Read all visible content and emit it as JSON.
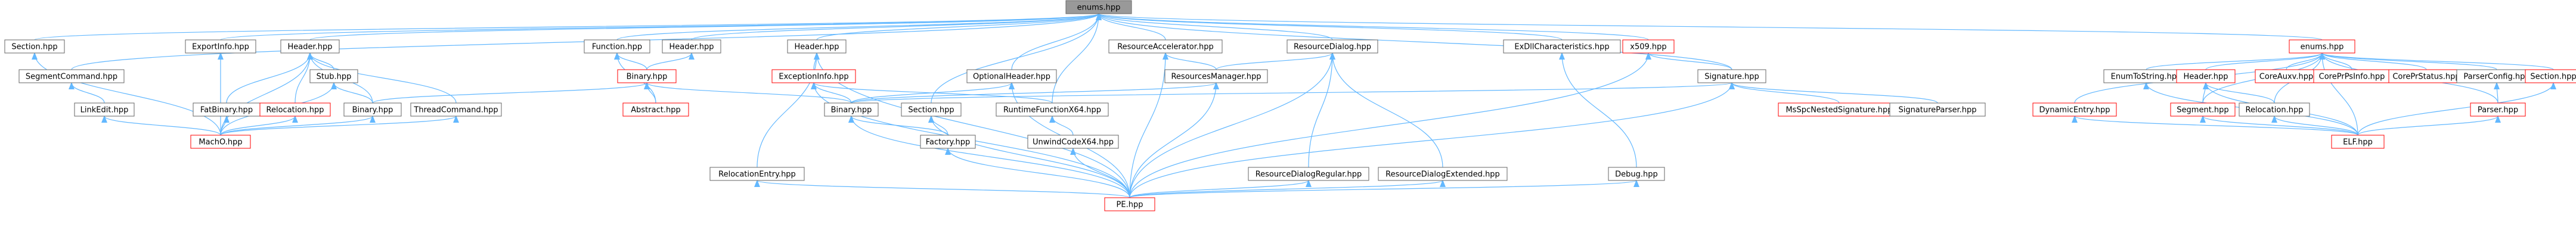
{
  "colors": {
    "edge": "#63b8ff",
    "root_fill": "#999999",
    "normal_border": "#666666",
    "red_border": "#ff0000",
    "node_fill": "#ffffff",
    "text": "#000000"
  },
  "nodes": [
    {
      "id": "enums_root",
      "label": "enums.hpp",
      "style": "root"
    },
    {
      "id": "section_top",
      "label": "Section.hpp",
      "style": "normal"
    },
    {
      "id": "exportinfo",
      "label": "ExportInfo.hpp",
      "style": "normal"
    },
    {
      "id": "segmentcommand",
      "label": "SegmentCommand.hpp",
      "style": "normal"
    },
    {
      "id": "linkedit",
      "label": "LinkEdit.hpp",
      "style": "normal"
    },
    {
      "id": "header_macho",
      "label": "Header.hpp",
      "style": "normal"
    },
    {
      "id": "stub",
      "label": "Stub.hpp",
      "style": "normal"
    },
    {
      "id": "fatbinary",
      "label": "FatBinary.hpp",
      "style": "normal"
    },
    {
      "id": "relocation_macho",
      "label": "Relocation.hpp",
      "style": "red"
    },
    {
      "id": "binary_macho",
      "label": "Binary.hpp",
      "style": "normal"
    },
    {
      "id": "threadcommand",
      "label": "ThreadCommand.hpp",
      "style": "normal"
    },
    {
      "id": "macho",
      "label": "MachO.hpp",
      "style": "red"
    },
    {
      "id": "function",
      "label": "Function.hpp",
      "style": "normal"
    },
    {
      "id": "header_abs",
      "label": "Header.hpp",
      "style": "normal"
    },
    {
      "id": "binary_abs",
      "label": "Binary.hpp",
      "style": "red"
    },
    {
      "id": "abstract",
      "label": "Abstract.hpp",
      "style": "red"
    },
    {
      "id": "header_pe",
      "label": "Header.hpp",
      "style": "normal"
    },
    {
      "id": "exceptioninfo",
      "label": "ExceptionInfo.hpp",
      "style": "red"
    },
    {
      "id": "optionalheader",
      "label": "OptionalHeader.hpp",
      "style": "normal"
    },
    {
      "id": "binary_pe",
      "label": "Binary.hpp",
      "style": "normal"
    },
    {
      "id": "section_pe",
      "label": "Section.hpp",
      "style": "normal"
    },
    {
      "id": "factory",
      "label": "Factory.hpp",
      "style": "normal"
    },
    {
      "id": "relocationentry",
      "label": "RelocationEntry.hpp",
      "style": "normal"
    },
    {
      "id": "runtimefunction",
      "label": "RuntimeFunctionX64.hpp",
      "style": "normal"
    },
    {
      "id": "unwindcode",
      "label": "UnwindCodeX64.hpp",
      "style": "normal"
    },
    {
      "id": "resourceaccelerator",
      "label": "ResourceAccelerator.hpp",
      "style": "normal"
    },
    {
      "id": "resourcesmanager",
      "label": "ResourcesManager.hpp",
      "style": "normal"
    },
    {
      "id": "resourcedialog",
      "label": "ResourceDialog.hpp",
      "style": "normal"
    },
    {
      "id": "resourcedialogregular",
      "label": "ResourceDialogRegular.hpp",
      "style": "normal"
    },
    {
      "id": "resourcedialogextended",
      "label": "ResourceDialogExtended.hpp",
      "style": "normal"
    },
    {
      "id": "exdll",
      "label": "ExDllCharacteristics.hpp",
      "style": "normal"
    },
    {
      "id": "debug",
      "label": "Debug.hpp",
      "style": "normal"
    },
    {
      "id": "x509",
      "label": "x509.hpp",
      "style": "red"
    },
    {
      "id": "signature",
      "label": "Signature.hpp",
      "style": "normal"
    },
    {
      "id": "msspc",
      "label": "MsSpcNestedSignature.hpp",
      "style": "red"
    },
    {
      "id": "signatureparser",
      "label": "SignatureParser.hpp",
      "style": "normal"
    },
    {
      "id": "pe",
      "label": "PE.hpp",
      "style": "red"
    },
    {
      "id": "enums_elf",
      "label": "enums.hpp",
      "style": "red"
    },
    {
      "id": "dynamicentry",
      "label": "DynamicEntry.hpp",
      "style": "red"
    },
    {
      "id": "enumtostring",
      "label": "EnumToString.hpp",
      "style": "normal"
    },
    {
      "id": "header_elf",
      "label": "Header.hpp",
      "style": "red"
    },
    {
      "id": "segment",
      "label": "Segment.hpp",
      "style": "red"
    },
    {
      "id": "relocation_elf",
      "label": "Relocation.hpp",
      "style": "normal"
    },
    {
      "id": "coreauxv",
      "label": "CoreAuxv.hpp",
      "style": "red"
    },
    {
      "id": "coreprpsinfo",
      "label": "CorePrPsInfo.hpp",
      "style": "red"
    },
    {
      "id": "coreprstatus",
      "label": "CorePrStatus.hpp",
      "style": "red"
    },
    {
      "id": "parserconfig",
      "label": "ParserConfig.hpp",
      "style": "normal"
    },
    {
      "id": "parser",
      "label": "Parser.hpp",
      "style": "red"
    },
    {
      "id": "section_elf",
      "label": "Section.hpp",
      "style": "red"
    },
    {
      "id": "elf",
      "label": "ELF.hpp",
      "style": "red"
    }
  ],
  "edges": [
    [
      "section_top",
      "enums_root"
    ],
    [
      "exportinfo",
      "enums_root"
    ],
    [
      "segmentcommand",
      "enums_root"
    ],
    [
      "header_macho",
      "enums_root"
    ],
    [
      "function",
      "enums_root"
    ],
    [
      "header_abs",
      "enums_root"
    ],
    [
      "header_pe",
      "enums_root"
    ],
    [
      "optionalheader",
      "enums_root"
    ],
    [
      "section_pe",
      "enums_root"
    ],
    [
      "runtimefunction",
      "enums_root"
    ],
    [
      "resourceaccelerator",
      "enums_root"
    ],
    [
      "resourcedialog",
      "enums_root"
    ],
    [
      "exdll",
      "enums_root"
    ],
    [
      "x509",
      "enums_root"
    ],
    [
      "signature",
      "enums_root"
    ],
    [
      "enums_elf",
      "enums_root"
    ],
    [
      "macho",
      "section_top"
    ],
    [
      "macho",
      "exportinfo"
    ],
    [
      "linkedit",
      "segmentcommand"
    ],
    [
      "macho",
      "linkedit"
    ],
    [
      "stub",
      "header_macho"
    ],
    [
      "fatbinary",
      "header_macho"
    ],
    [
      "relocation_macho",
      "header_macho"
    ],
    [
      "binary_macho",
      "header_macho"
    ],
    [
      "threadcommand",
      "header_macho"
    ],
    [
      "macho",
      "header_macho"
    ],
    [
      "binary_macho",
      "stub"
    ],
    [
      "macho",
      "stub"
    ],
    [
      "macho",
      "fatbinary"
    ],
    [
      "macho",
      "relocation_macho"
    ],
    [
      "macho",
      "binary_macho"
    ],
    [
      "macho",
      "threadcommand"
    ],
    [
      "binary_abs",
      "function"
    ],
    [
      "abstract",
      "function"
    ],
    [
      "binary_abs",
      "header_abs"
    ],
    [
      "abstract",
      "binary_abs"
    ],
    [
      "binary_macho",
      "binary_abs"
    ],
    [
      "binary_pe",
      "binary_abs"
    ],
    [
      "exceptioninfo",
      "header_pe"
    ],
    [
      "relocationentry",
      "header_pe"
    ],
    [
      "pe",
      "header_pe"
    ],
    [
      "binary_pe",
      "exceptioninfo"
    ],
    [
      "runtimefunction",
      "exceptioninfo"
    ],
    [
      "pe",
      "exceptioninfo"
    ],
    [
      "binary_pe",
      "optionalheader"
    ],
    [
      "pe",
      "optionalheader"
    ],
    [
      "factory",
      "binary_pe"
    ],
    [
      "pe",
      "binary_pe"
    ],
    [
      "factory",
      "section_pe"
    ],
    [
      "pe",
      "section_pe"
    ],
    [
      "pe",
      "factory"
    ],
    [
      "pe",
      "relocationentry"
    ],
    [
      "unwindcode",
      "runtimefunction"
    ],
    [
      "pe",
      "unwindcode"
    ],
    [
      "resourcesmanager",
      "resourceaccelerator"
    ],
    [
      "pe",
      "resourceaccelerator"
    ],
    [
      "resourcesmanager",
      "resourcedialog"
    ],
    [
      "resourcedialogregular",
      "resourcedialog"
    ],
    [
      "resourcedialogextended",
      "resourcedialog"
    ],
    [
      "pe",
      "resourcedialog"
    ],
    [
      "binary_pe",
      "resourcesmanager"
    ],
    [
      "pe",
      "resourcesmanager"
    ],
    [
      "pe",
      "resourcedialogregular"
    ],
    [
      "pe",
      "resourcedialogextended"
    ],
    [
      "debug",
      "exdll"
    ],
    [
      "pe",
      "debug"
    ],
    [
      "pe",
      "x509"
    ],
    [
      "signature",
      "x509"
    ],
    [
      "binary_pe",
      "signature"
    ],
    [
      "msspc",
      "signature"
    ],
    [
      "signatureparser",
      "signature"
    ],
    [
      "pe",
      "signature"
    ],
    [
      "dynamicentry",
      "enums_elf"
    ],
    [
      "enumtostring",
      "enums_elf"
    ],
    [
      "header_elf",
      "enums_elf"
    ],
    [
      "segment",
      "enums_elf"
    ],
    [
      "relocation_elf",
      "enums_elf"
    ],
    [
      "coreauxv",
      "enums_elf"
    ],
    [
      "coreprpsinfo",
      "enums_elf"
    ],
    [
      "coreprstatus",
      "enums_elf"
    ],
    [
      "parserconfig",
      "enums_elf"
    ],
    [
      "parser",
      "enums_elf"
    ],
    [
      "section_elf",
      "enums_elf"
    ],
    [
      "elf",
      "enums_elf"
    ],
    [
      "elf",
      "dynamicentry"
    ],
    [
      "elf",
      "enumtostring"
    ],
    [
      "segment",
      "header_elf"
    ],
    [
      "relocation_elf",
      "header_elf"
    ],
    [
      "elf",
      "header_elf"
    ],
    [
      "elf",
      "segment"
    ],
    [
      "elf",
      "relocation_elf"
    ],
    [
      "parser",
      "parserconfig"
    ],
    [
      "elf",
      "parser"
    ],
    [
      "elf",
      "section_elf"
    ]
  ]
}
